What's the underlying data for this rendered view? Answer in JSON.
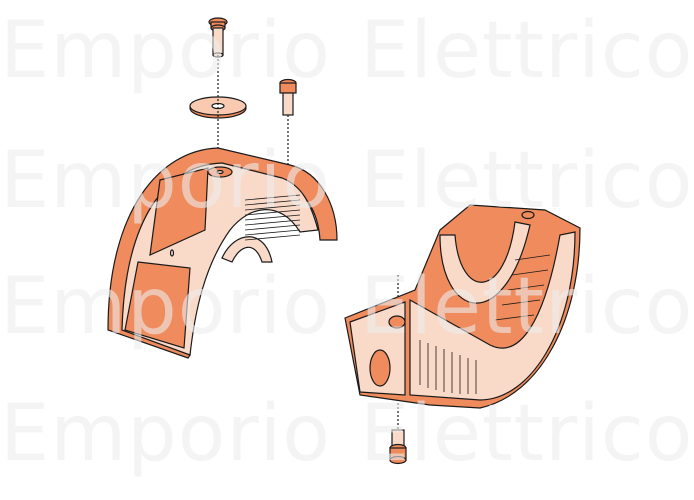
{
  "watermark": {
    "rows": [
      {
        "left": "Emporio",
        "right": "Elettrico"
      },
      {
        "left": "Emporio",
        "right": "Elettrico"
      },
      {
        "left": "Emporio",
        "right": "Elettrico"
      },
      {
        "left": "Emporio",
        "right": "Elettrico"
      }
    ]
  },
  "colors": {
    "part_dark": "#ef8b5c",
    "part_light": "#f9d9c8",
    "outline": "#1a1a1a",
    "watermark": "#f1f1f1"
  }
}
